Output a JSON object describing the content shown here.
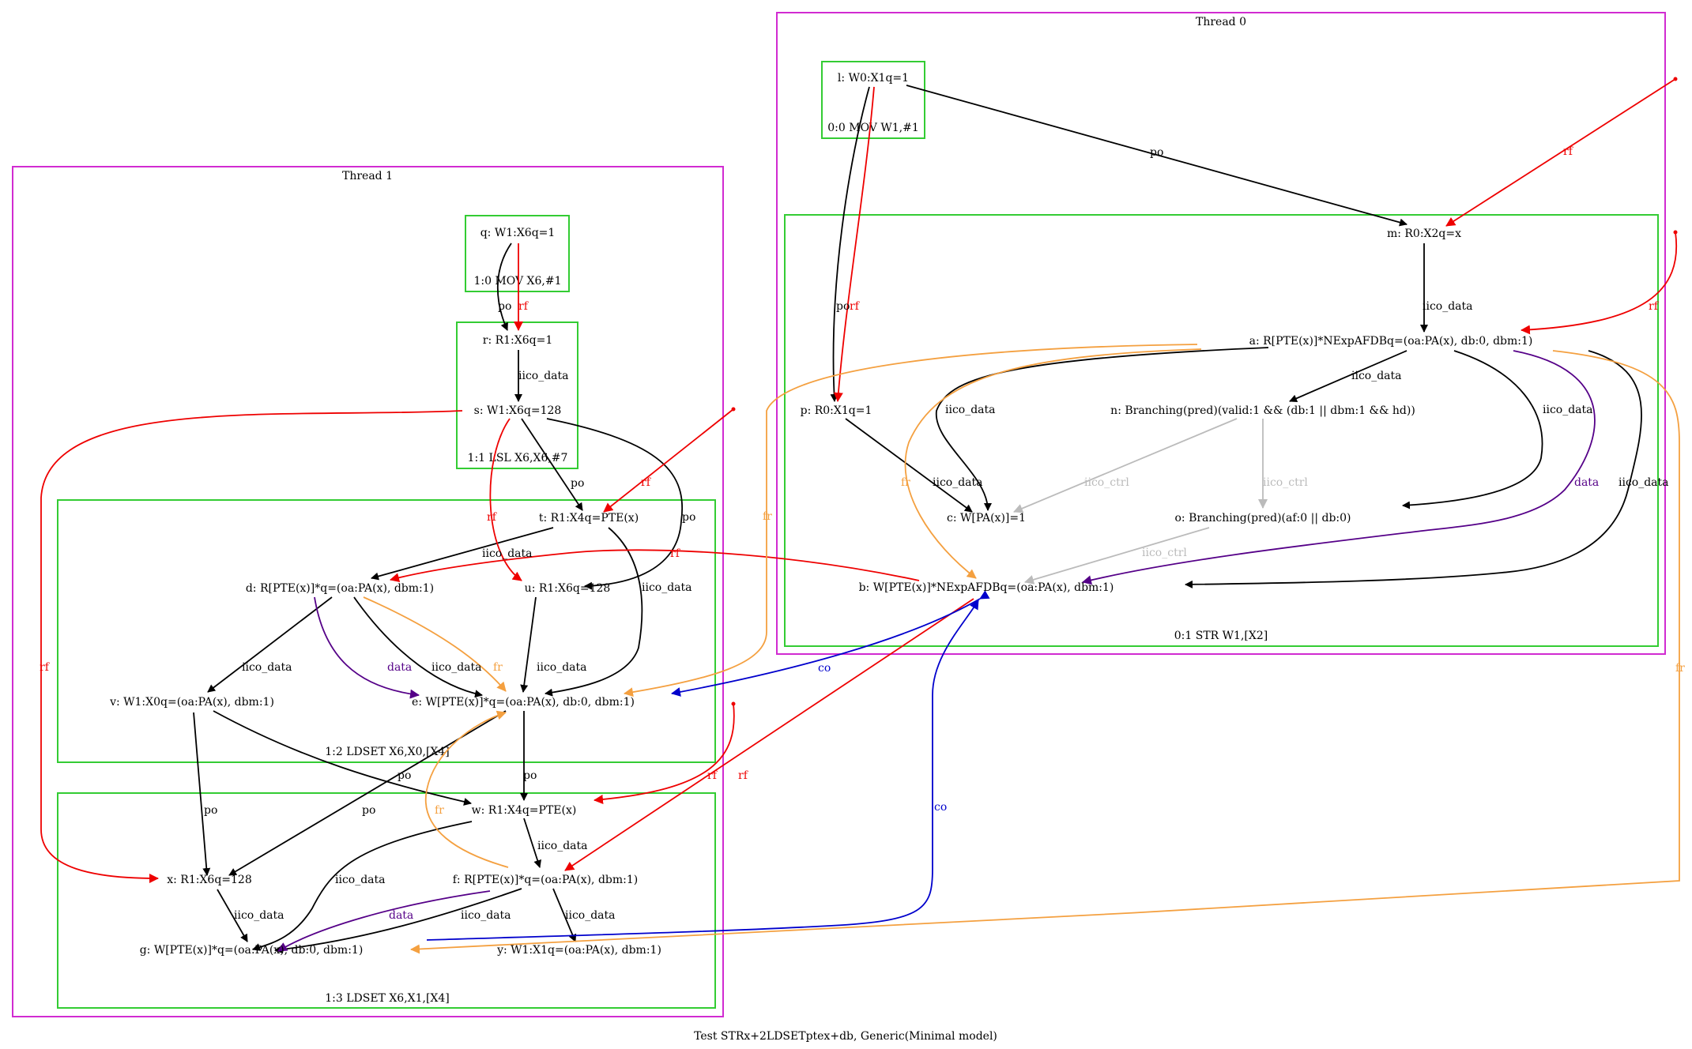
{
  "caption": "Test STRx+2LDSETptex+db, Generic(Minimal model)",
  "colors": {
    "thread_border": "#d12bd1",
    "instr_border": "#33cc33",
    "po": "#000000",
    "rf": "#ee0000",
    "fr": "#f4a040",
    "co": "#0000cc",
    "data": "#550088",
    "ctrl": "#bbbbbb"
  },
  "threads": [
    {
      "title": "Thread 0",
      "instructions": [
        {
          "label": "0:0 MOV W1,#1"
        },
        {
          "label": "0:1 STR W1,[X2]"
        }
      ]
    },
    {
      "title": "Thread 1",
      "instructions": [
        {
          "label": "1:0 MOV X6,#1"
        },
        {
          "label": "1:1 LSL X6,X6,#7"
        },
        {
          "label": "1:2 LDSET X6,X0,[X4]"
        },
        {
          "label": "1:3 LDSET X6,X1,[X4]"
        }
      ]
    }
  ],
  "nodes": {
    "l": "l: W0:X1q=1",
    "m": "m: R0:X2q=x",
    "a": "a: R[PTE(x)]*NExpAFDBq=(oa:PA(x), db:0, dbm:1)",
    "p": "p: R0:X1q=1",
    "n": "n: Branching(pred)(valid:1 && (db:1 || dbm:1 && hd))",
    "c": "c: W[PA(x)]=1",
    "o": "o: Branching(pred)(af:0 || db:0)",
    "b": "b: W[PTE(x)]*NExpAFDBq=(oa:PA(x), dbm:1)",
    "q": "q: W1:X6q=1",
    "r": "r: R1:X6q=1",
    "s": "s: W1:X6q=128",
    "t": "t: R1:X4q=PTE(x)",
    "d": "d: R[PTE(x)]*q=(oa:PA(x), dbm:1)",
    "u": "u: R1:X6q=128",
    "v": "v: W1:X0q=(oa:PA(x), dbm:1)",
    "e": "e: W[PTE(x)]*q=(oa:PA(x), db:0, dbm:1)",
    "w": "w: R1:X4q=PTE(x)",
    "x": "x: R1:X6q=128",
    "f": "f: R[PTE(x)]*q=(oa:PA(x), dbm:1)",
    "g": "g: W[PTE(x)]*q=(oa:PA(x), db:0, dbm:1)",
    "y": "y: W1:X1q=(oa:PA(x), dbm:1)"
  },
  "edge_labels": {
    "po": "po",
    "rf": "rf",
    "fr": "fr",
    "co": "co",
    "data": "data",
    "iico_data": "iico_data",
    "iico_ctrl": "iico_ctrl"
  }
}
